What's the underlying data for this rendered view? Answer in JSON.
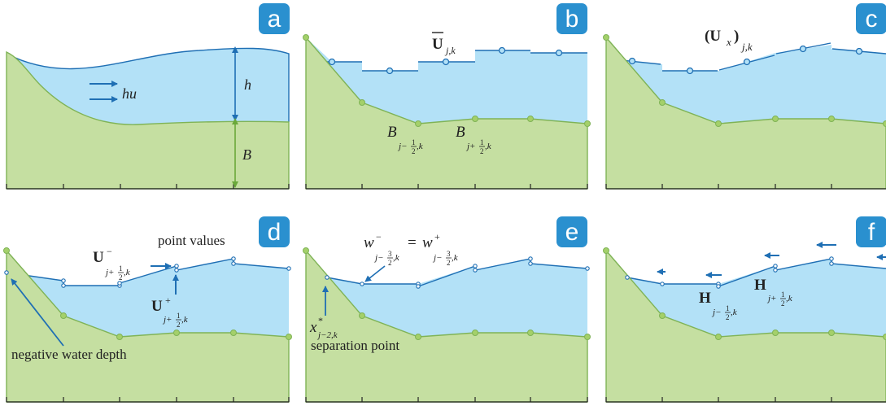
{
  "panels": {
    "a": {
      "badge": "a",
      "flux": "hu",
      "depth": "h",
      "bottom": "B"
    },
    "b": {
      "badge": "b",
      "u_bar": "U",
      "u_sub": "j,k",
      "B_left": "B",
      "B_left_sub": "j−",
      "B_left_num": "1",
      "B_left_den": "2",
      "B_left_tail": ",k",
      "B_right": "B",
      "B_right_sub": "j+",
      "B_right_num": "1",
      "B_right_den": "2",
      "B_right_tail": ",k"
    },
    "c": {
      "badge": "c",
      "lbl_open": "(U",
      "lbl_x": "x",
      "lbl_close": ")",
      "lbl_sub": "j,k"
    },
    "d": {
      "badge": "d",
      "point_values": "point values",
      "u_minus": "U",
      "u_minus_sup": "−",
      "u_minus_sub": "j+",
      "u_minus_num": "1",
      "u_minus_den": "2",
      "u_minus_tail": ",k",
      "u_plus": "U",
      "u_plus_sup": "+",
      "u_plus_sub": "j+",
      "u_plus_num": "1",
      "u_plus_den": "2",
      "u_plus_tail": ",k",
      "negative": "negative water depth"
    },
    "e": {
      "badge": "e",
      "w_left": "w",
      "w_left_sup": "−",
      "w_left_sub": "j−",
      "w_left_num": "3",
      "w_left_den": "2",
      "w_left_tail": ",k",
      "eq": "=",
      "w_right": "w",
      "w_right_sup": "+",
      "w_right_sub": "j−",
      "w_right_num": "3",
      "w_right_den": "2",
      "w_right_tail": ",k",
      "x_star": "x",
      "x_star_sup": "*",
      "x_star_sub": "j−2,k",
      "separation": "separation point"
    },
    "f": {
      "badge": "f",
      "h_left": "H",
      "h_left_sub": "j−",
      "h_left_num": "1",
      "h_left_den": "2",
      "h_left_tail": ",k",
      "h_right": "H",
      "h_right_sub": "j+",
      "h_right_num": "1",
      "h_right_den": "2",
      "h_right_tail": ",k"
    }
  },
  "colors": {
    "water": "#b3e1f7",
    "water_line": "#1f6fb4",
    "ground": "#c5dfa1",
    "ground_line": "#7fb356",
    "ground_point": "#a4d06a",
    "badge": "#2a90cf",
    "arrow": "#1f6fb4",
    "arrow_green": "#6aa83a"
  }
}
